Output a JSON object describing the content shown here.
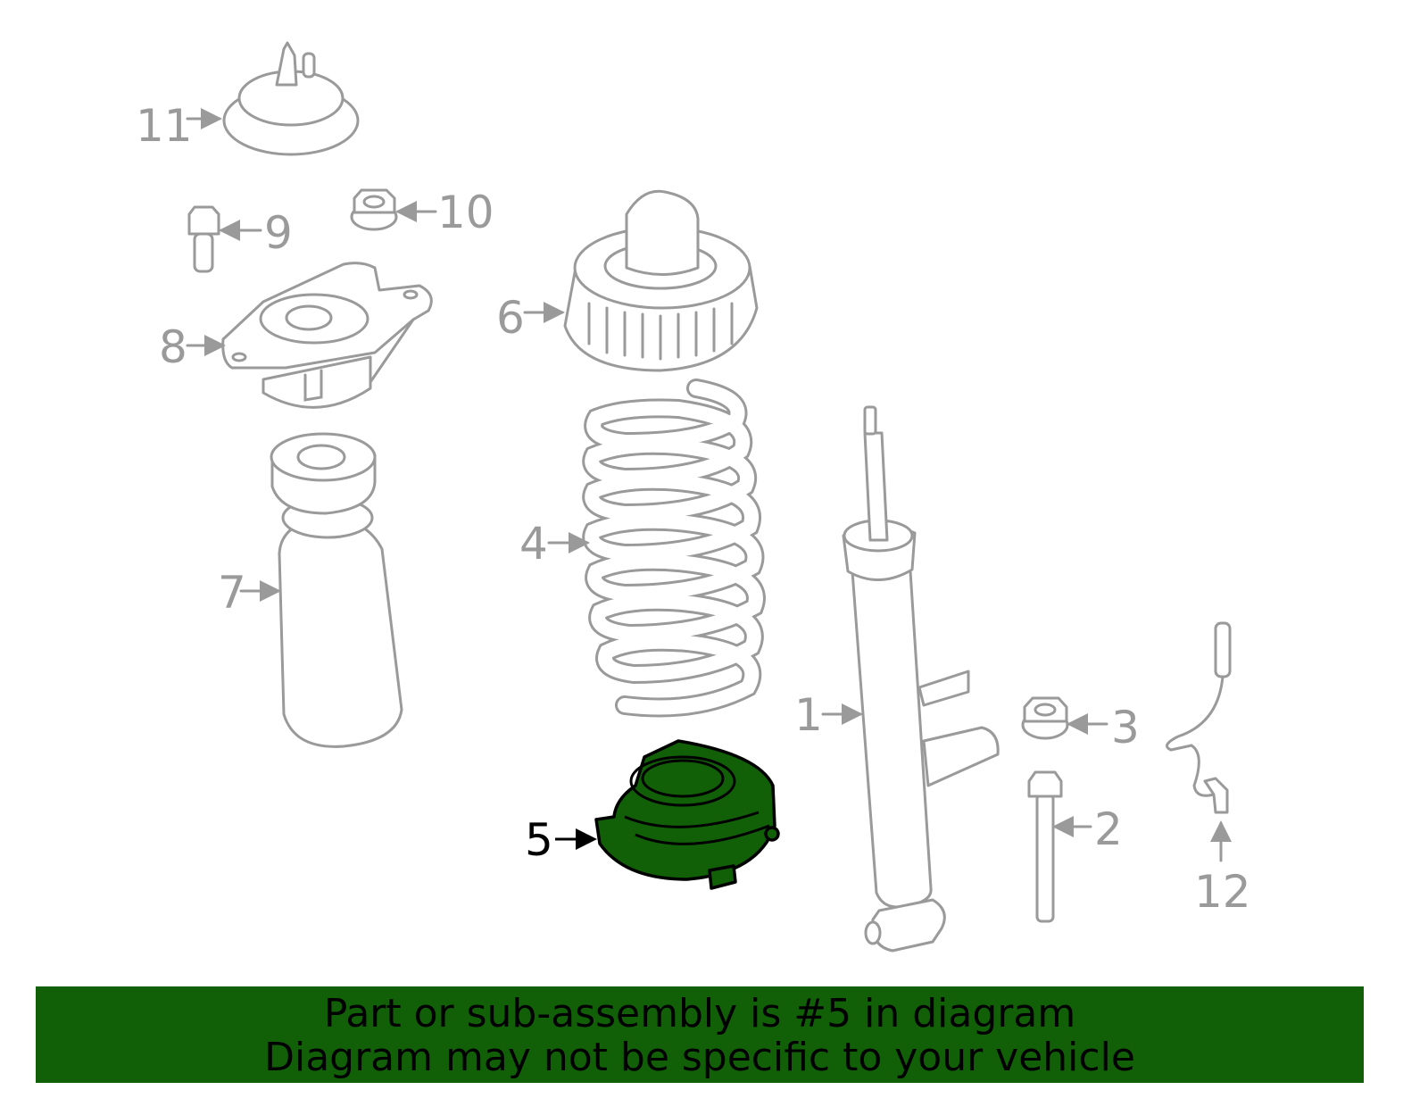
{
  "callouts": {
    "p1": "1",
    "p2": "2",
    "p3": "3",
    "p4": "4",
    "p5": "5",
    "p6": "6",
    "p7": "7",
    "p8": "8",
    "p9": "9",
    "p10": "10",
    "p11": "11",
    "p12": "12"
  },
  "highlighted_part": "5",
  "colors": {
    "highlight": "#116008",
    "part_outline": "#9a9a9a"
  },
  "banner": {
    "line1": "Part or sub-assembly is #5 in diagram",
    "line2": "Diagram may not be specific to your vehicle"
  }
}
